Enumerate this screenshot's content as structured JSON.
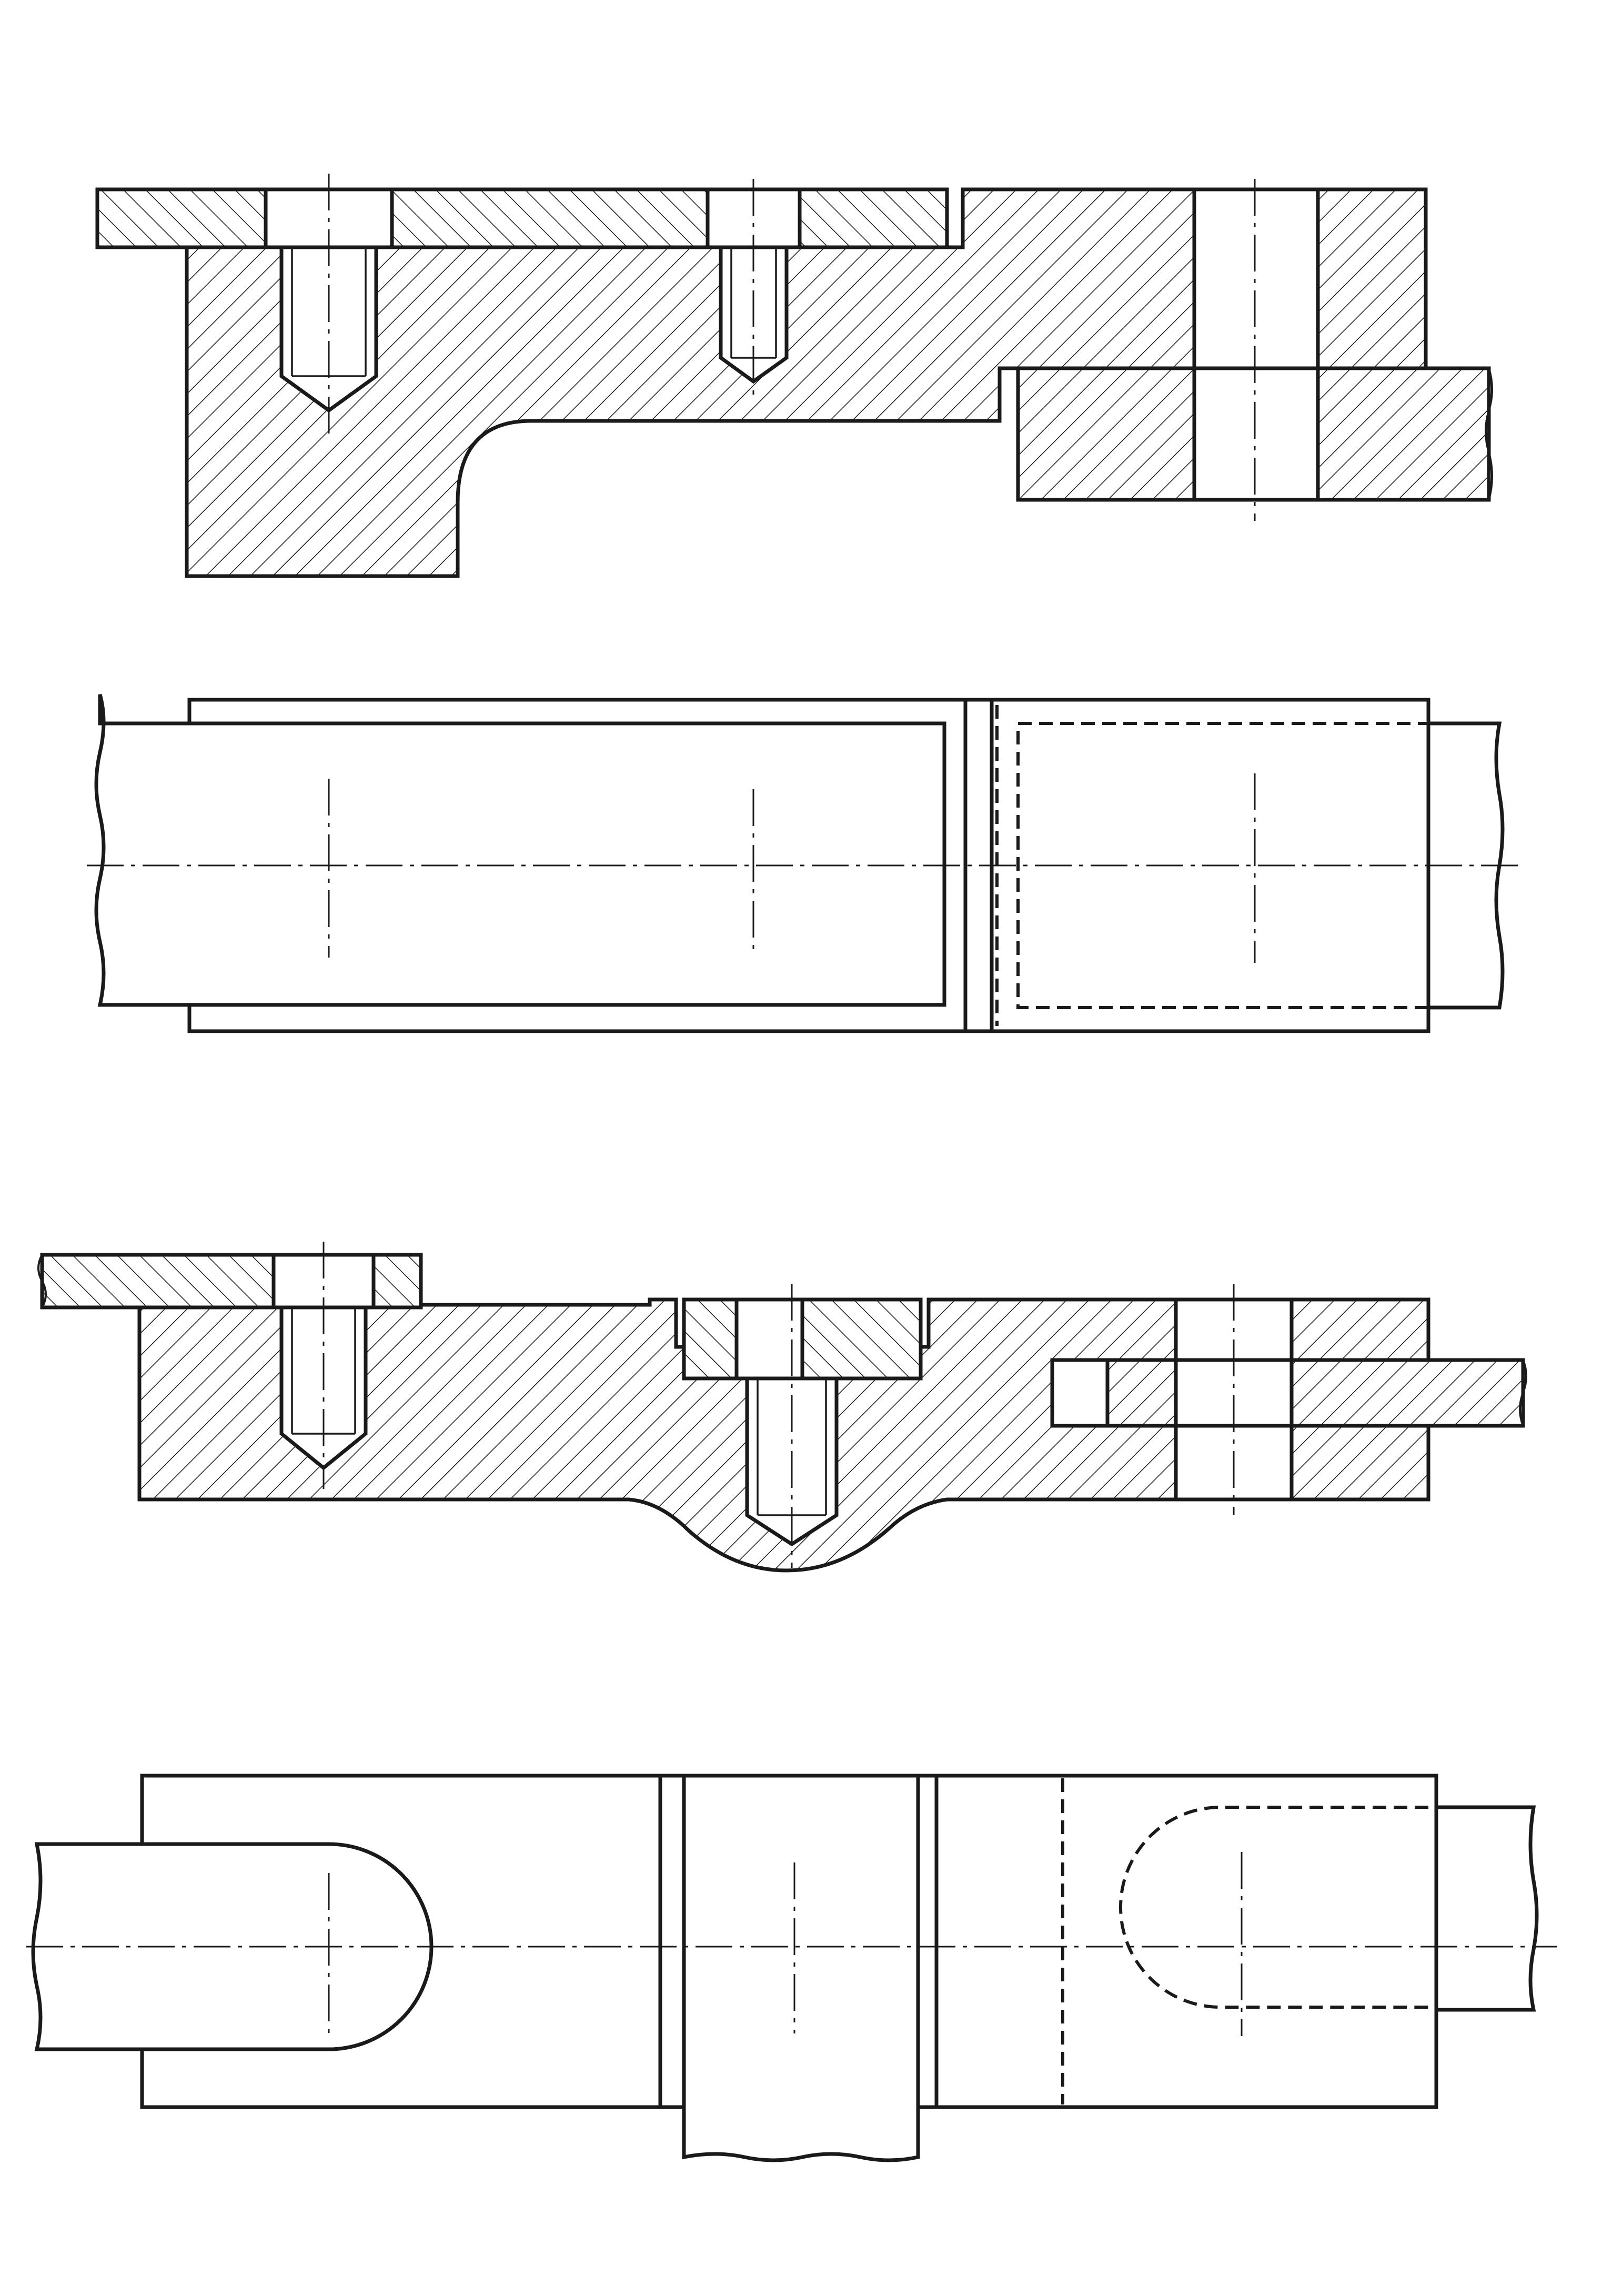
{
  "drawing": {
    "colors": {
      "line": "#1a1a1a",
      "paper": "#ffffff"
    },
    "views": [
      {
        "id": "view-1",
        "kind": "section",
        "labels": []
      },
      {
        "id": "view-2",
        "kind": "top",
        "labels": []
      },
      {
        "id": "view-3",
        "kind": "section",
        "labels": []
      },
      {
        "id": "view-4",
        "kind": "top",
        "labels": []
      }
    ]
  }
}
